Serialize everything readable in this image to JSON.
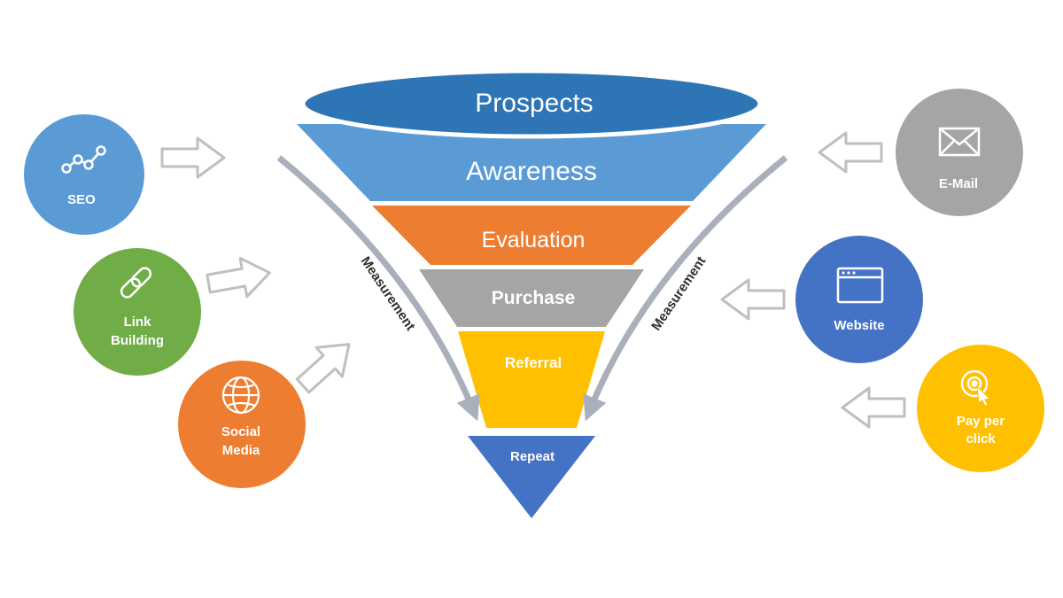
{
  "funnel": {
    "stages": [
      {
        "label": "Prospects",
        "color": "#2e75b6"
      },
      {
        "label": "Awareness",
        "color": "#5b9bd5"
      },
      {
        "label": "Evaluation",
        "color": "#ed7d31"
      },
      {
        "label": "Purchase",
        "color": "#a5a5a5"
      },
      {
        "label": "Referral",
        "color": "#ffc000"
      },
      {
        "label": "Repeat",
        "color": "#4472c4"
      }
    ]
  },
  "measurement": {
    "left_label": "Measurement",
    "right_label": "Measurement",
    "arrow_color": "#a9b0bb"
  },
  "channels": {
    "left": [
      {
        "line1": "SEO",
        "line2": "",
        "icon": "chart-line-icon",
        "color": "#5b9bd5"
      },
      {
        "line1": "Link",
        "line2": "Building",
        "icon": "chain-link-icon",
        "color": "#70ad47"
      },
      {
        "line1": "Social",
        "line2": "Media",
        "icon": "globe-icon",
        "color": "#ed7d31"
      }
    ],
    "right": [
      {
        "line1": "E-Mail",
        "line2": "",
        "icon": "envelope-icon",
        "color": "#a5a5a5"
      },
      {
        "line1": "Website",
        "line2": "",
        "icon": "browser-window-icon",
        "color": "#4472c4"
      },
      {
        "line1": "Pay per",
        "line2": "click",
        "icon": "target-cursor-icon",
        "color": "#ffc000"
      }
    ]
  }
}
